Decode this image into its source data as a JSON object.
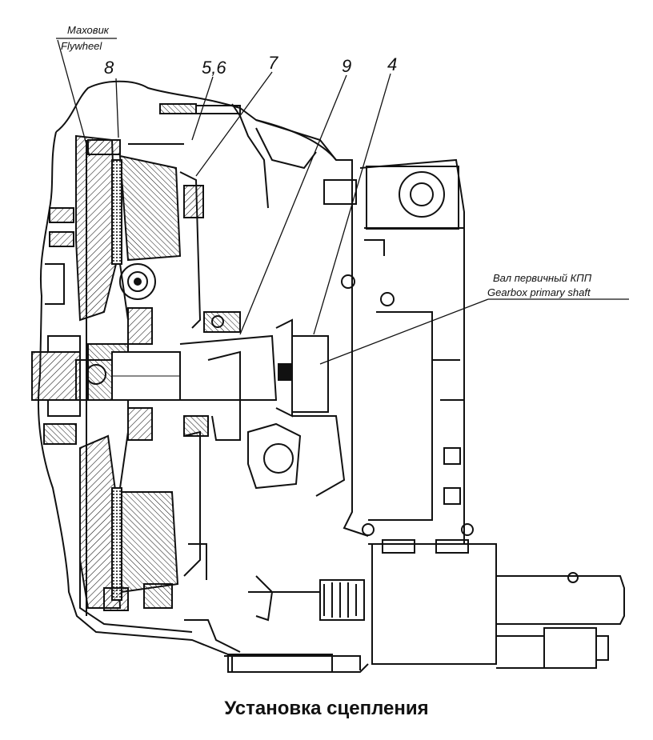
{
  "labels": {
    "flywheel_ru": "Маховик",
    "flywheel_en": "Flywheel",
    "callout_8": "8",
    "callout_56": "5,6",
    "callout_7": "7",
    "callout_9": "9",
    "callout_4": "4",
    "shaft_ru": "Вал первичный КПП",
    "shaft_en": "Gearbox primary shaft"
  },
  "caption": "Установка сцепления"
}
